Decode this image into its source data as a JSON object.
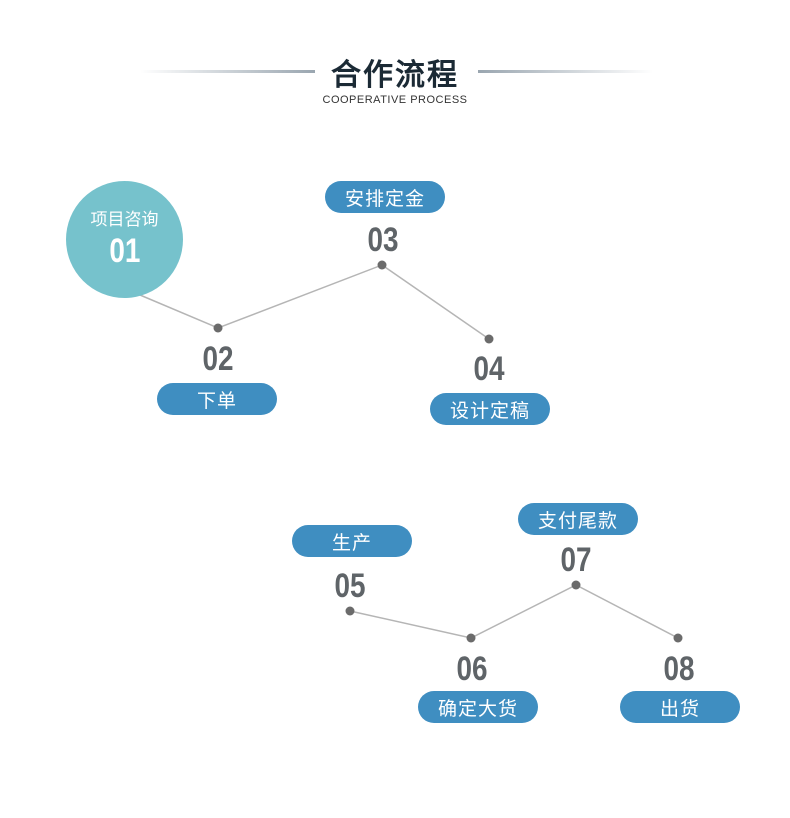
{
  "header": {
    "title": "合作流程",
    "subtitle": "COOPERATIVE PROCESS"
  },
  "steps": [
    {
      "num": "01",
      "label": "项目咨询"
    },
    {
      "num": "02",
      "label": "下单"
    },
    {
      "num": "03",
      "label": "安排定金"
    },
    {
      "num": "04",
      "label": "设计定稿"
    },
    {
      "num": "05",
      "label": "生产"
    },
    {
      "num": "06",
      "label": "确定大货"
    },
    {
      "num": "07",
      "label": "支付尾款"
    },
    {
      "num": "08",
      "label": "出货"
    }
  ],
  "colors": {
    "pill": "#3f8ec1",
    "circle": "#76c2cc",
    "number": "#5f6468",
    "line": "#b5b5b5",
    "dot": "#6b6b6b"
  }
}
